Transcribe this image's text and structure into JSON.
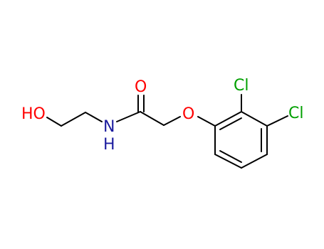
{
  "molecule": {
    "atoms": {
      "ho": {
        "text": "HO",
        "color": "#ff0000"
      },
      "n": {
        "text": "N",
        "color": "#1b1b9e"
      },
      "h": {
        "text": "H",
        "color": "#1b1b9e"
      },
      "o_carbonyl": {
        "text": "O",
        "color": "#ff0000"
      },
      "o_ether": {
        "text": "O",
        "color": "#ff0000"
      },
      "cl1": {
        "text": "Cl",
        "color": "#00a000"
      },
      "cl2": {
        "text": "Cl",
        "color": "#00a000"
      }
    },
    "bond_color": "#000000"
  }
}
